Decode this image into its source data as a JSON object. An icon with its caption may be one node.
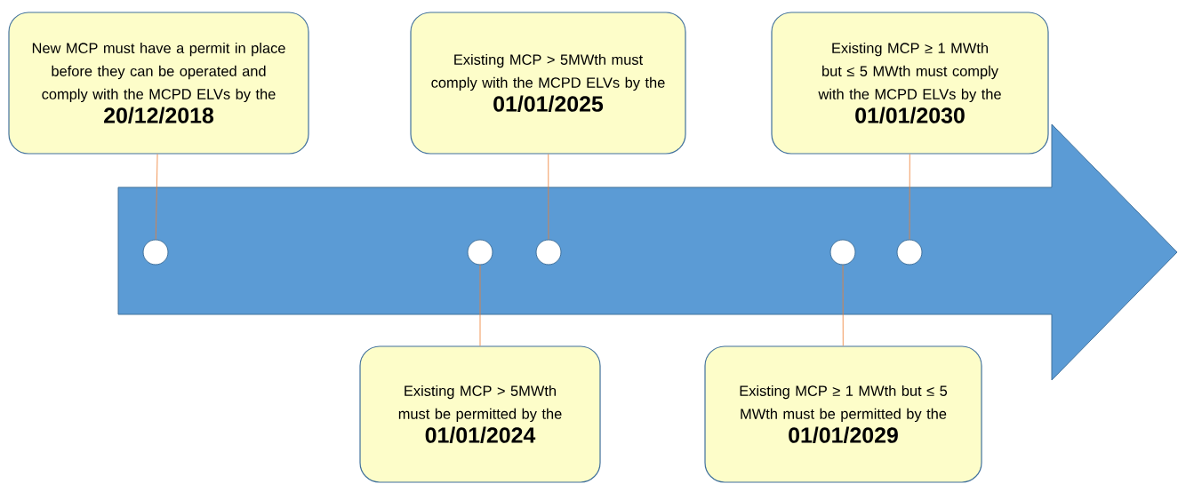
{
  "diagram": {
    "nodes": [
      {
        "text": [
          "New MCP must have a permit in place before they can be operated and comply with the MCPD ELVs by the",
          "20/12/2018"
        ]
      },
      {
        "text": [
          "Existing MCP > 5MWth must comply with the MCPD ELVs by the",
          "01/01/2025"
        ]
      },
      {
        "text": [
          "Existing MCP ≥ 1 MWth but ≤ 5 MWth must comply with the MCPD ELVs by the",
          "01/01/2030"
        ]
      },
      {
        "text": [
          "Existing MCP > 5MWth must be permitted by the",
          "01/01/2024"
        ]
      },
      {
        "text": [
          "Existing MCP ≥ 1 MWth but ≤ 5 MWth must be permitted by the",
          "01/01/2029"
        ]
      },
      {
        "text": [],
        "shape": "circle"
      },
      {
        "text": [],
        "shape": "circle"
      },
      {
        "text": [],
        "shape": "circle"
      },
      {
        "text": [],
        "shape": "circle"
      },
      {
        "text": [],
        "shape": "circle"
      }
    ],
    "edges": [
      {
        "from": 0,
        "to": 5,
        "arrow": "none"
      },
      {
        "from": 3,
        "to": 6,
        "arrow": "none"
      },
      {
        "from": 1,
        "to": 7,
        "arrow": "none"
      },
      {
        "from": 4,
        "to": 8,
        "arrow": "none"
      },
      {
        "from": 2,
        "to": 9,
        "arrow": "none"
      }
    ]
  }
}
